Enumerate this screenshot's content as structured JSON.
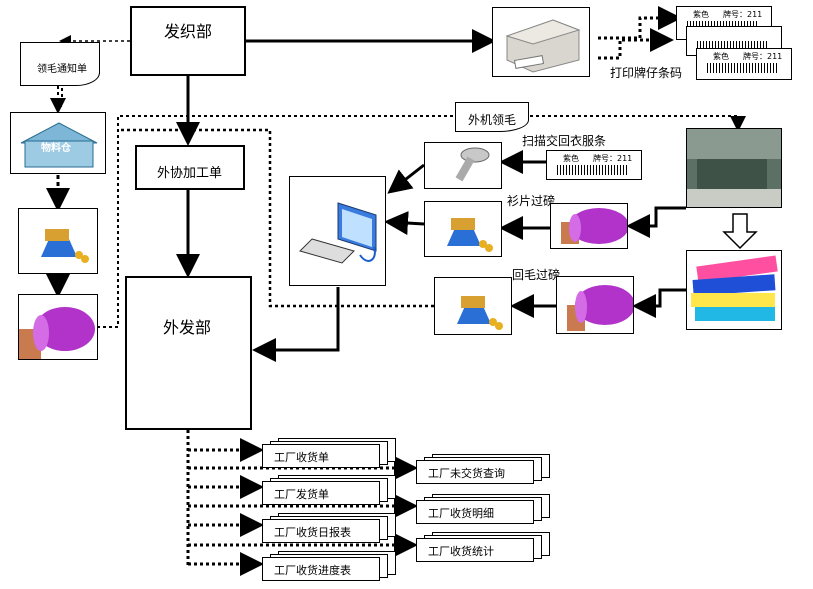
{
  "nodes": {
    "weaving_dept": "发织部",
    "yarn_notice": "领毛通知单",
    "warehouse": "物料仓",
    "outsource_order": "外协加工单",
    "outgoing_dept": "外发部",
    "machine_yarn": "外机领毛",
    "scan_return": "扫描交回衣服条",
    "piece_weigh": "衫片过磅",
    "yarn_return_weigh": "回毛过磅",
    "print_tag": "打印牌仔条码"
  },
  "barcode": {
    "color_label": "紫色",
    "number_label": "牌号：211"
  },
  "reports_left": [
    "工厂收货单",
    "工厂发货单",
    "工厂收货日报表",
    "工厂收货进度表"
  ],
  "reports_right": [
    "工厂未交货查询",
    "工厂收货明细",
    "工厂收货统计"
  ],
  "icons": {
    "printer": "label-printer-icon",
    "computer": "computer-icon",
    "scale": "weighing-scale-icon",
    "yarn": "yarn-cone-icon",
    "scanner": "barcode-scanner-icon",
    "sweaters": "sweater-pile-icon",
    "knitting": "knitting-machine-icon"
  }
}
